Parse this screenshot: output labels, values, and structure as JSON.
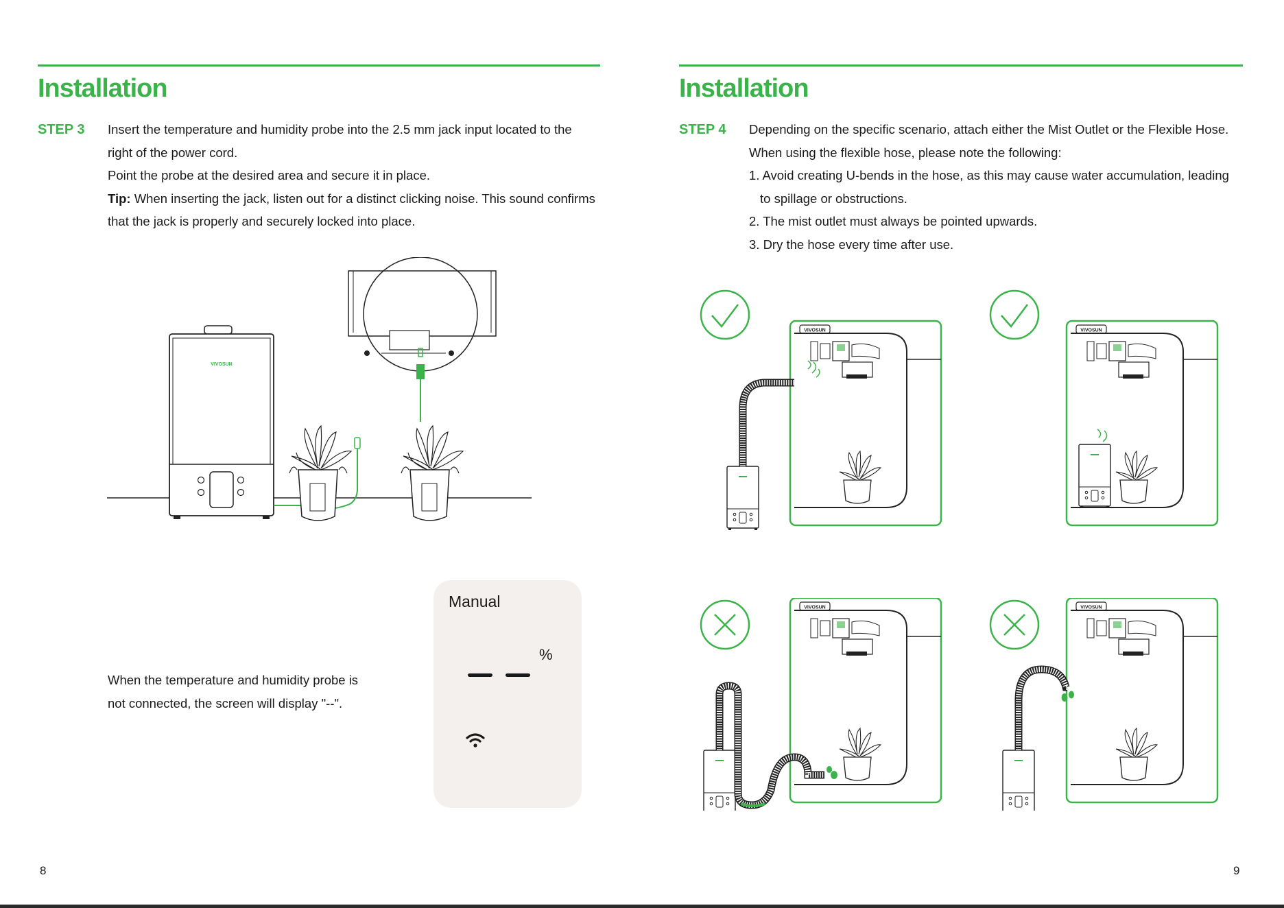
{
  "left_page": {
    "title": "Installation",
    "step_label": "STEP 3",
    "lines": [
      "Insert the temperature and humidity probe into the 2.5 mm jack input located to the",
      "right of the power cord.",
      "Point the probe at the desired area and secure it in place."
    ],
    "tip_label": "Tip:",
    "tip_text": " When inserting the jack, listen out for a distinct clicking noise. This sound confirms",
    "tip_line2": "that the jack is properly and securely locked into place.",
    "note_line1": "When the temperature and humidity probe is",
    "note_line2": "not connected, the screen will display \"--\".",
    "page_number": "8"
  },
  "display_panel": {
    "mode": "Manual",
    "unit": "%",
    "reading": "--"
  },
  "brand_logo": "VIVOSUN",
  "right_page": {
    "title": "Installation",
    "step_label": "STEP 4",
    "lines": [
      "Depending on the specific scenario, attach either the Mist Outlet or the Flexible Hose.",
      "When using the flexible hose, please note the following:",
      "1. Avoid creating U-bends in the hose, as this may cause water accumulation, leading",
      "   to spillage or obstructions.",
      "2. The mist outlet must always be pointed upwards.",
      "3. Dry the hose every time after use."
    ],
    "page_number": "9"
  },
  "colors": {
    "accent": "#3cb34a",
    "text": "#1a1a1a",
    "panel_bg": "#f3f0ed"
  },
  "icons": [
    "check-icon",
    "cross-icon",
    "wifi-icon"
  ]
}
